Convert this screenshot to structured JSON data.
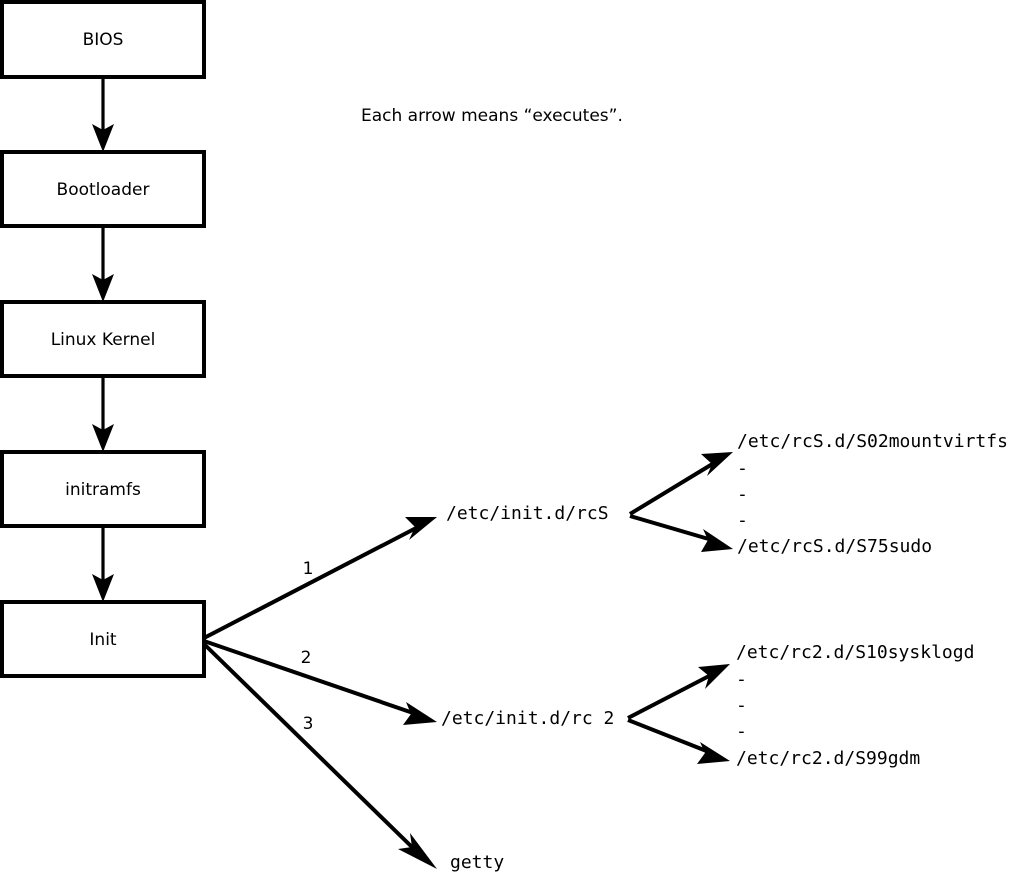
{
  "caption": {
    "text": "Each arrow means “executes”."
  },
  "boot_chain": {
    "boxes": [
      {
        "label": "BIOS"
      },
      {
        "label": "Bootloader"
      },
      {
        "label": "Linux Kernel"
      },
      {
        "label": "initramfs"
      },
      {
        "label": "Init"
      }
    ]
  },
  "init_branches": [
    {
      "number": "1",
      "label": "/etc/init.d/rcS"
    },
    {
      "number": "2",
      "label": "/etc/init.d/rc 2"
    },
    {
      "number": "3",
      "label": "getty"
    }
  ],
  "rcs_scripts": {
    "first": "/etc/rcS.d/S02mountvirtfs",
    "ellipsis": [
      "-",
      "-",
      "-"
    ],
    "last": "/etc/rcS.d/S75sudo"
  },
  "rc2_scripts": {
    "first": "/etc/rc2.d/S10sysklogd",
    "ellipsis": [
      "-",
      "-",
      "-"
    ],
    "last": "/etc/rc2.d/S99gdm"
  },
  "colors": {
    "stroke": "#000000",
    "fill": "#ffffff",
    "background": "#ffffff"
  }
}
